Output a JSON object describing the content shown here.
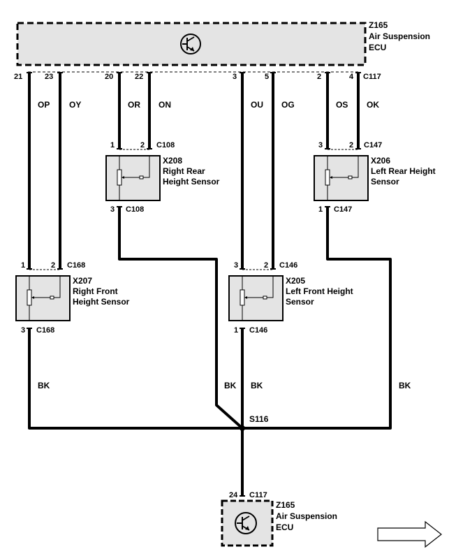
{
  "top_ecu": {
    "id": "Z165",
    "line1": "Air Suspension",
    "line2": "ECU",
    "connector": "C117",
    "pins": {
      "p21": "21",
      "p23": "23",
      "p20": "20",
      "p22": "22",
      "p3": "3",
      "p5": "5",
      "p2": "2",
      "p4": "4"
    }
  },
  "wire_colors": {
    "op": "OP",
    "oy": "OY",
    "or": "OR",
    "on": "ON",
    "ou": "OU",
    "og": "OG",
    "os": "OS",
    "ok": "OK",
    "bk": "BK"
  },
  "sensors": {
    "x208": {
      "id": "X208",
      "line1": "Right Rear",
      "line2": "Height Sensor",
      "top_connector": "C108",
      "bottom_connector": "C108",
      "pin_a": "1",
      "pin_b": "2",
      "pin_c": "3"
    },
    "x206": {
      "id": "X206",
      "line1": "Left Rear Height",
      "line2": "Sensor",
      "top_connector": "C147",
      "bottom_connector": "C147",
      "pin_a": "3",
      "pin_b": "2",
      "pin_c": "1"
    },
    "x207": {
      "id": "X207",
      "line1": "Right Front",
      "line2": "Height Sensor",
      "top_connector": "C168",
      "bottom_connector": "C168",
      "pin_a": "1",
      "pin_b": "2",
      "pin_c": "3"
    },
    "x205": {
      "id": "X205",
      "line1": "Left Front Height",
      "line2": "Sensor",
      "top_connector": "C146",
      "bottom_connector": "C146",
      "pin_a": "3",
      "pin_b": "2",
      "pin_c": "1"
    }
  },
  "splice": {
    "id": "S116"
  },
  "bottom_ecu": {
    "id": "Z165",
    "line1": "Air Suspension",
    "line2": "ECU",
    "connector": "C117",
    "pin": "24"
  }
}
